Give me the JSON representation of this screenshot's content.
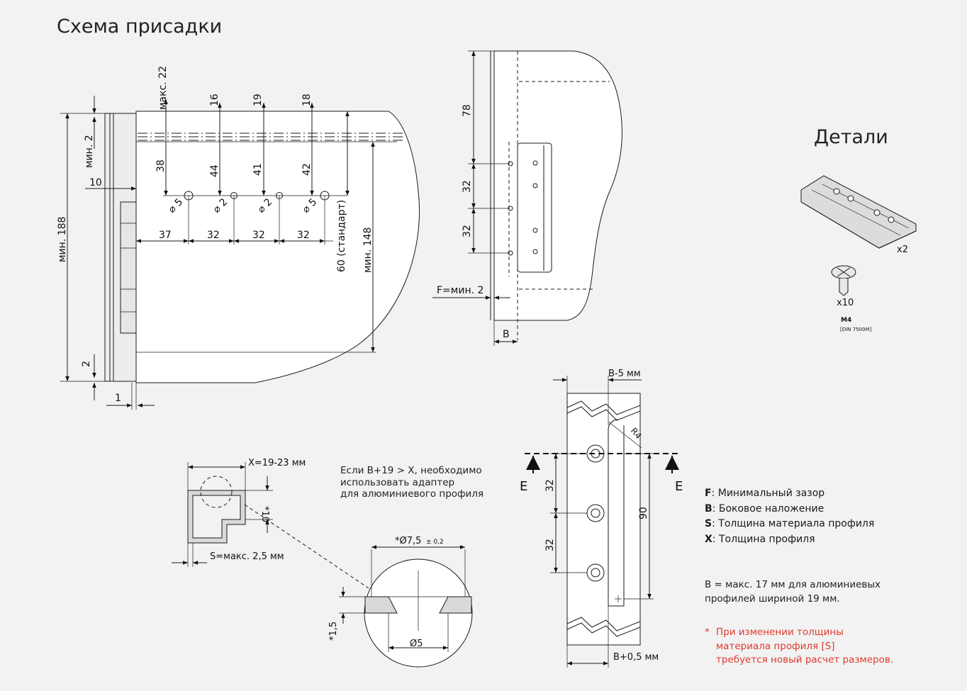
{
  "titles": {
    "main": "Схема присадки",
    "details": "Детали"
  },
  "front_view": {
    "dims": {
      "max22": "макс. 22",
      "d16": "16",
      "d19": "19",
      "d18": "18",
      "d38": "38",
      "d44": "44",
      "d41": "41",
      "d42": "42",
      "min2": "мин. 2",
      "ten": "10",
      "min188": "мин. 188",
      "two": "2",
      "one": "1",
      "h37": "37",
      "h32a": "32",
      "h32b": "32",
      "h32c": "32",
      "std60": "60 (стандарт)",
      "min148": "мин. 148",
      "dia5a": "⌀ 5",
      "dia2a": "⌀ 2",
      "dia2b": "⌀ 2",
      "dia5b": "⌀ 5"
    }
  },
  "side_view": {
    "dims": {
      "d78": "78",
      "d32a": "32",
      "d32b": "32",
      "fmin": "F=мин. 2",
      "b": "B"
    }
  },
  "parts": {
    "plate_qty": "x2",
    "screw_qty": "x10",
    "screw_type": "M4",
    "screw_std": "[DIN 7500M]"
  },
  "profile_view": {
    "x_dim": "X=19-23 мм",
    "s_dim": "S=макс. 2,5 мм",
    "star10": "*10",
    "adapter_note": [
      "Если B+19 > X, необходимо",
      "использовать адаптер",
      "для алюминиевого профиля"
    ]
  },
  "countersink": {
    "dia75": "*Ø7,5",
    "tol": "± 0,2",
    "dia5": "Ø5",
    "depth": "*1,5"
  },
  "section_view": {
    "b5": "B-5 мм",
    "r4": "R4",
    "e_left": "E",
    "e_right": "E",
    "d32a": "32",
    "d32b": "32",
    "d90": "90",
    "b05": "B+0,5 мм"
  },
  "legend": [
    {
      "key": "F",
      "text": ": Минимальный зазор"
    },
    {
      "key": "B",
      "text": ": Боковое наложение"
    },
    {
      "key": "S",
      "text": ": Толщина материала профиля"
    },
    {
      "key": "X",
      "text": ": Толщина профиля"
    }
  ],
  "note": [
    "B = макс. 17 мм для алюминиевых",
    "профилей шириной 19 мм."
  ],
  "warning": {
    "star": "*",
    "lines": [
      "При изменении толщины",
      "материала профиля [S]",
      "требуется новый расчет размеров."
    ]
  },
  "colors": {
    "background": "#f2f2f2",
    "line": "#1a1a1a",
    "warning": "#e03a2e",
    "part_fill": "#d9d9d9"
  }
}
